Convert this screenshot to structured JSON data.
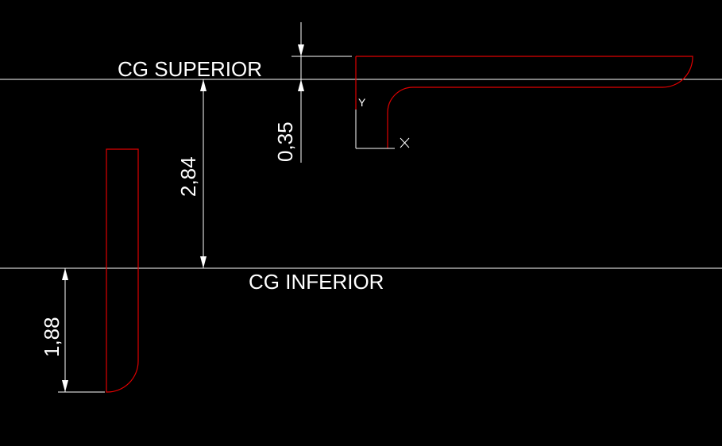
{
  "labels": {
    "cg_superior": "CG SUPERIOR",
    "cg_inferior": "CG INFERIOR"
  },
  "dimensions": {
    "top_offset": "0,35",
    "between_cg": "2,84",
    "bottom_offset": "1,88"
  },
  "ucs": {
    "x_axis": "X",
    "y_axis": "Y"
  },
  "colors": {
    "background": "#000000",
    "reference_lines": "#ffffff",
    "profiles": "#e00000",
    "text": "#ffffff"
  }
}
